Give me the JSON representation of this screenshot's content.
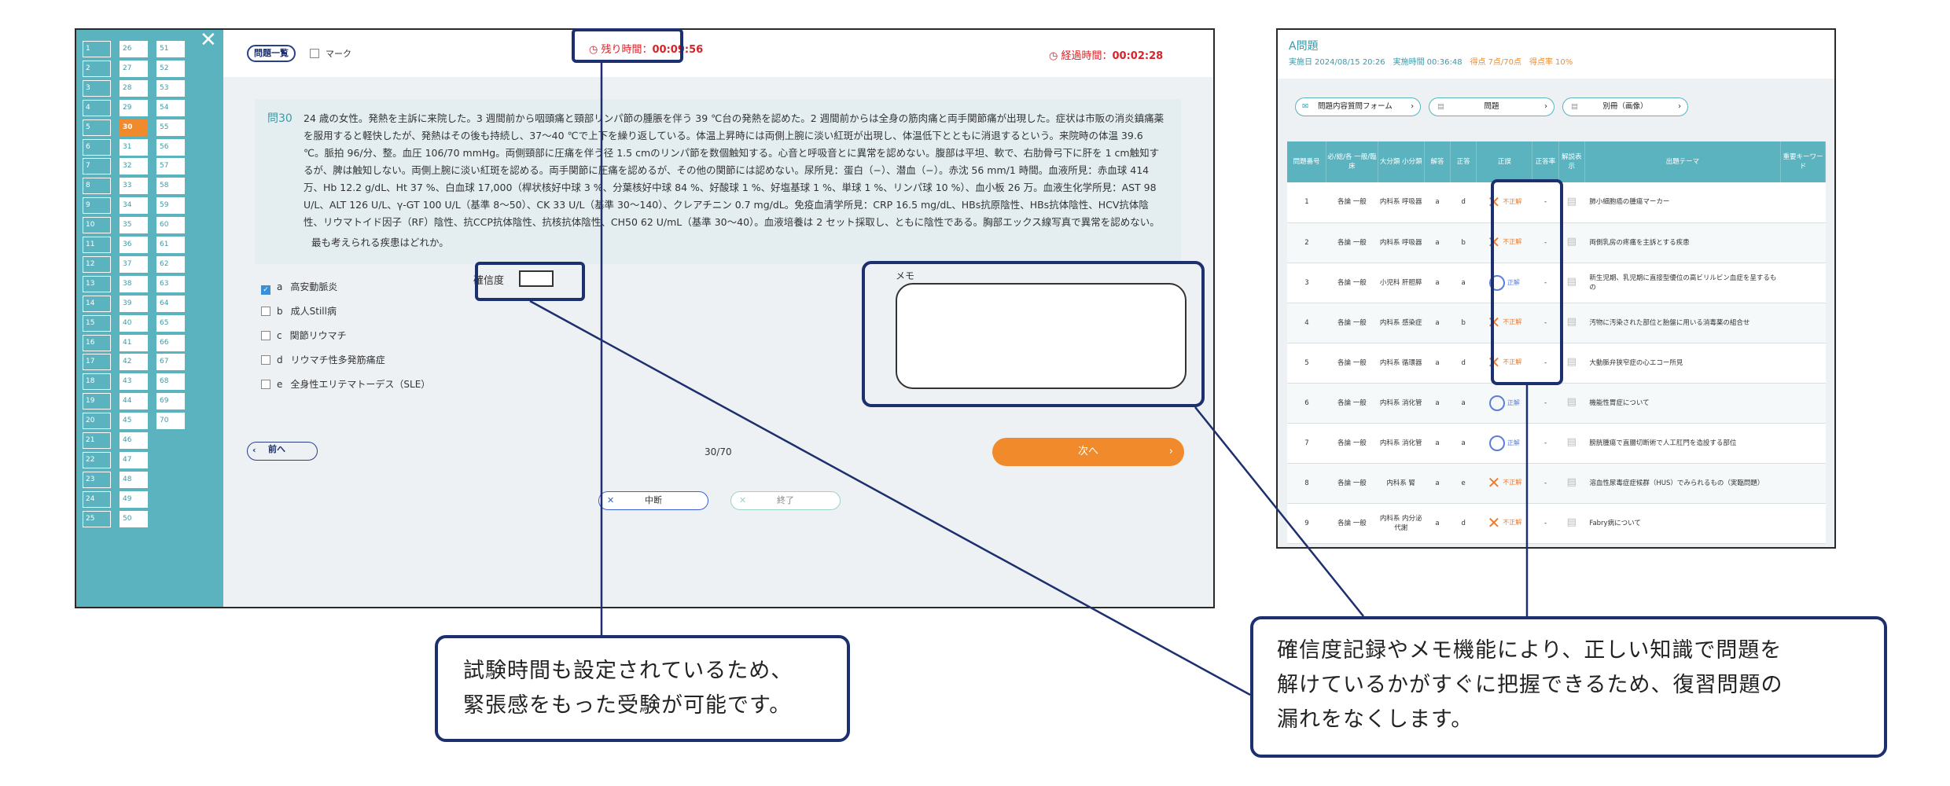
{
  "left_screen": {
    "close_label": "✕",
    "sidebar_col1": [
      "1",
      "2",
      "3",
      "4",
      "5",
      "6",
      "7",
      "8",
      "9",
      "10",
      "11",
      "12",
      "13",
      "14",
      "15",
      "16",
      "17",
      "18",
      "19",
      "20",
      "21",
      "22",
      "23",
      "24",
      "25"
    ],
    "sidebar_col2": [
      "26",
      "27",
      "28",
      "29",
      "30",
      "31",
      "32",
      "33",
      "34",
      "35",
      "36",
      "37",
      "38",
      "39",
      "40",
      "41",
      "42",
      "43",
      "44",
      "45",
      "46",
      "47",
      "48",
      "49",
      "50"
    ],
    "sidebar_col3": [
      "51",
      "52",
      "53",
      "54",
      "55",
      "56",
      "57",
      "58",
      "59",
      "60",
      "61",
      "62",
      "63",
      "64",
      "65",
      "66",
      "67",
      "68",
      "69",
      "70"
    ],
    "current_question": "30",
    "list_button": "問題一覧",
    "mark_label": "マーク",
    "remaining_label": "残り時間：",
    "remaining_time": "00:09:56",
    "elapsed_label": "経過時間：",
    "elapsed_time": "00:02:28",
    "question_no": "問30",
    "question_text": "24 歳の女性。発熱を主訴に来院した。3 週間前から咽頭痛と頸部リンパ節の腫脹を伴う 39 ℃台の発熱を認めた。2 週間前からは全身の筋肉痛と両手関節痛が出現した。症状は市販の消炎鎮痛薬を服用すると軽快したが、発熱はその後も持続し、37～40 ℃で上下を繰り返している。体温上昇時には両側上腕に淡い紅斑が出現し、体温低下とともに消退するという。来院時の体温 39.6 ℃。脈拍 96/分、整。血圧 106/70 mmHg。両側頸部に圧痛を伴う径 1.5 cmのリンパ節を数個触知する。心音と呼吸音とに異常を認めない。腹部は平坦、軟で、右肋骨弓下に肝を 1 cm触知するが、脾は触知しない。両側上腕に淡い紅斑を認める。両手関節に圧痛を認めるが、その他の関節には認めない。尿所見：蛋白（−）、潜血（−）。赤沈 56 mm/1 時間。血液所見：赤血球 414 万、Hb 12.2 g/dL、Ht 37 %、白血球 17,000（桿状核好中球 3 %、分葉核好中球 84 %、好酸球 1 %、好塩基球 1 %、単球 1 %、リンパ球 10 %）、血小板 26 万。血液生化学所見：AST 98 U/L、ALT 126 U/L、γ-GT 100 U/L（基準 8～50）、CK 33 U/L（基準 30～140）、クレアチニン 0.7 mg/dL。免疫血清学所見：CRP 16.5 mg/dL、HBs抗原陰性、HBs抗体陰性、HCV抗体陰性、リウマトイド因子（RF）陰性、抗CCP抗体陰性、抗核抗体陰性、CH50 62 U/mL（基準 30～40）。血液培養は 2 セット採取し、ともに陰性である。胸部エックス線写真で異常を認めない。",
    "question_prompt": "最も考えられる疾患はどれか。",
    "confidence_label": "確信度",
    "memo_label": "メモ",
    "options": [
      {
        "key": "a",
        "text": "高安動脈炎",
        "checked": true
      },
      {
        "key": "b",
        "text": "成人Still病",
        "checked": false
      },
      {
        "key": "c",
        "text": "関節リウマチ",
        "checked": false
      },
      {
        "key": "d",
        "text": "リウマチ性多発筋痛症",
        "checked": false
      },
      {
        "key": "e",
        "text": "全身性エリテマトーデス（SLE）",
        "checked": false
      }
    ],
    "prev_button": "前へ",
    "progress": "30/70",
    "next_button": "次へ",
    "pause_button": "中断",
    "end_button": "終了"
  },
  "right_screen": {
    "title": "A問題",
    "meta": [
      {
        "label": "実施日",
        "value": "2024/08/15 20:26"
      },
      {
        "label": "実施時間",
        "value": "00:36:48"
      },
      {
        "label": "得点",
        "value": "7点/70点"
      },
      {
        "label": "得点率",
        "value": "10%"
      }
    ],
    "form_button": "問題内容質問フォーム",
    "problem_button": "問題",
    "image_button": "別冊（画像）",
    "headers": [
      "問題番号",
      "必/総/各 一般/臨床",
      "大分類 小分類",
      "解答",
      "正答",
      "正誤",
      "正答率",
      "解説表示",
      "出題テーマ",
      "重要キーワード"
    ],
    "rows": [
      {
        "no": "1",
        "cat": "各論 一般",
        "cls": "内科系 呼吸器",
        "ans": "a",
        "cor": "d",
        "res": "不正解",
        "ok": false,
        "rate": "-",
        "theme": "肺小細胞癌の腫瘍マーカー"
      },
      {
        "no": "2",
        "cat": "各論 一般",
        "cls": "内科系 呼吸器",
        "ans": "a",
        "cor": "b",
        "res": "不正解",
        "ok": false,
        "rate": "-",
        "theme": "両側乳房の疼痛を主訴とする疾患"
      },
      {
        "no": "3",
        "cat": "各論 一般",
        "cls": "小児科 肝胆膵",
        "ans": "a",
        "cor": "a",
        "res": "正解",
        "ok": true,
        "rate": "-",
        "theme": "新生児期、乳児期に直接型優位の高ビリルビン血症を呈するもの"
      },
      {
        "no": "4",
        "cat": "各論 一般",
        "cls": "内科系 感染症",
        "ans": "a",
        "cor": "b",
        "res": "不正解",
        "ok": false,
        "rate": "-",
        "theme": "汚物に汚染された部位と胎盤に用いる消毒薬の組合せ"
      },
      {
        "no": "5",
        "cat": "各論 一般",
        "cls": "内科系 循環器",
        "ans": "a",
        "cor": "d",
        "res": "不正解",
        "ok": false,
        "rate": "-",
        "theme": "大動脈弁狭窄症の心エコー所見"
      },
      {
        "no": "6",
        "cat": "各論 一般",
        "cls": "内科系 消化管",
        "ans": "a",
        "cor": "a",
        "res": "正解",
        "ok": true,
        "rate": "-",
        "theme": "機能性胃症について"
      },
      {
        "no": "7",
        "cat": "各論 一般",
        "cls": "内科系 消化管",
        "ans": "a",
        "cor": "a",
        "res": "正解",
        "ok": true,
        "rate": "-",
        "theme": "膀胱腫瘍で直腸切断術で人工肛門を造設する部位"
      },
      {
        "no": "8",
        "cat": "各論 一般",
        "cls": "内科系 腎",
        "ans": "a",
        "cor": "e",
        "res": "不正解",
        "ok": false,
        "rate": "-",
        "theme": "溶血性尿毒症症候群（HUS）でみられるもの（実臨問題）"
      },
      {
        "no": "9",
        "cat": "各論 一般",
        "cls": "内科系 内分泌代謝",
        "ans": "a",
        "cor": "d",
        "res": "不正解",
        "ok": false,
        "rate": "-",
        "theme": "Fabry病について"
      }
    ]
  },
  "callouts": {
    "left_line1": "試験時間も設定されているため、",
    "left_line2": "緊張感をもった受験が可能です。",
    "right_line1": "確信度記録やメモ機能により、正しい知識で問題を",
    "right_line2": "解けているかがすぐに把握できるため、復習問題の",
    "right_line3": "漏れをなくします。"
  },
  "colors": {
    "accent": "#5ab3bf",
    "navy": "#1c2f6e",
    "orange": "#f08a2a",
    "red": "#d8232a"
  }
}
